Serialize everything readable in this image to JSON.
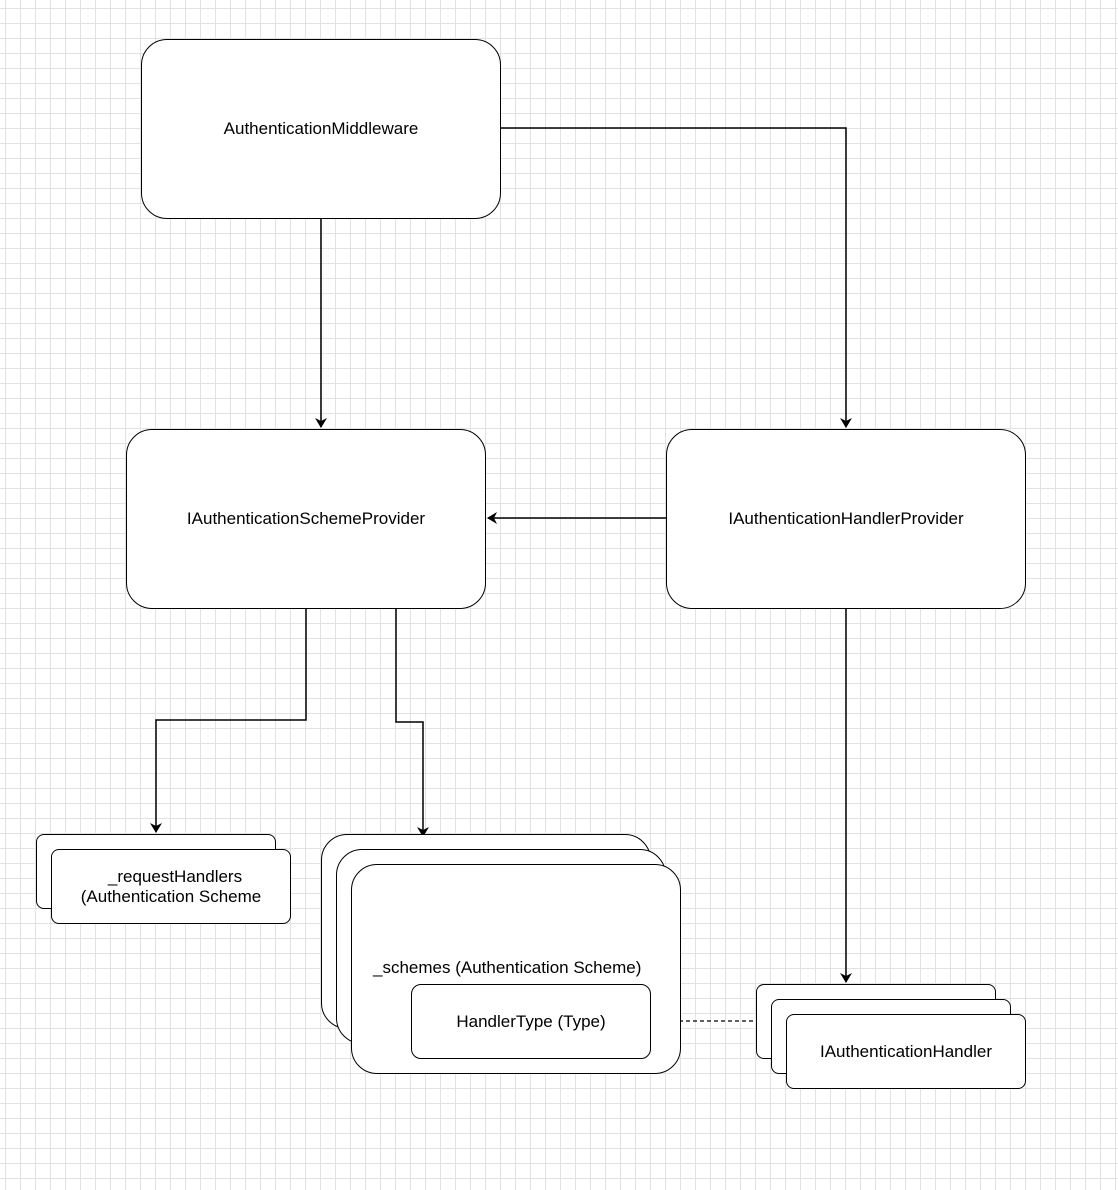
{
  "diagram": {
    "nodes": {
      "middleware": {
        "label": "AuthenticationMiddleware"
      },
      "scheme_provider": {
        "label": "IAuthenticationSchemeProvider"
      },
      "handler_provider": {
        "label": "IAuthenticationHandlerProvider"
      },
      "request_handlers": {
        "label_line1": "_requestHandlers",
        "label_line2": "(Authentication Scheme"
      },
      "schemes": {
        "label": "_schemes (Authentication Scheme)"
      },
      "handler_type": {
        "label": "HandlerType (Type)"
      },
      "auth_handler": {
        "label": "IAuthenticationHandler"
      }
    },
    "edges": [
      {
        "from": "AuthenticationMiddleware",
        "to": "IAuthenticationSchemeProvider",
        "style": "solid-arrow"
      },
      {
        "from": "AuthenticationMiddleware",
        "to": "IAuthenticationHandlerProvider",
        "style": "solid-arrow"
      },
      {
        "from": "IAuthenticationHandlerProvider",
        "to": "IAuthenticationSchemeProvider",
        "style": "solid-arrow"
      },
      {
        "from": "IAuthenticationSchemeProvider",
        "to": "_requestHandlers",
        "style": "solid-arrow"
      },
      {
        "from": "IAuthenticationSchemeProvider",
        "to": "_schemes",
        "style": "solid-arrow"
      },
      {
        "from": "IAuthenticationHandlerProvider",
        "to": "IAuthenticationHandler",
        "style": "solid-arrow"
      },
      {
        "from": "HandlerType (Type)",
        "to": "IAuthenticationHandler",
        "style": "dashed"
      }
    ],
    "colors": {
      "stroke": "#000000",
      "fill": "#ffffff",
      "grid": "#e2e2e2"
    }
  }
}
